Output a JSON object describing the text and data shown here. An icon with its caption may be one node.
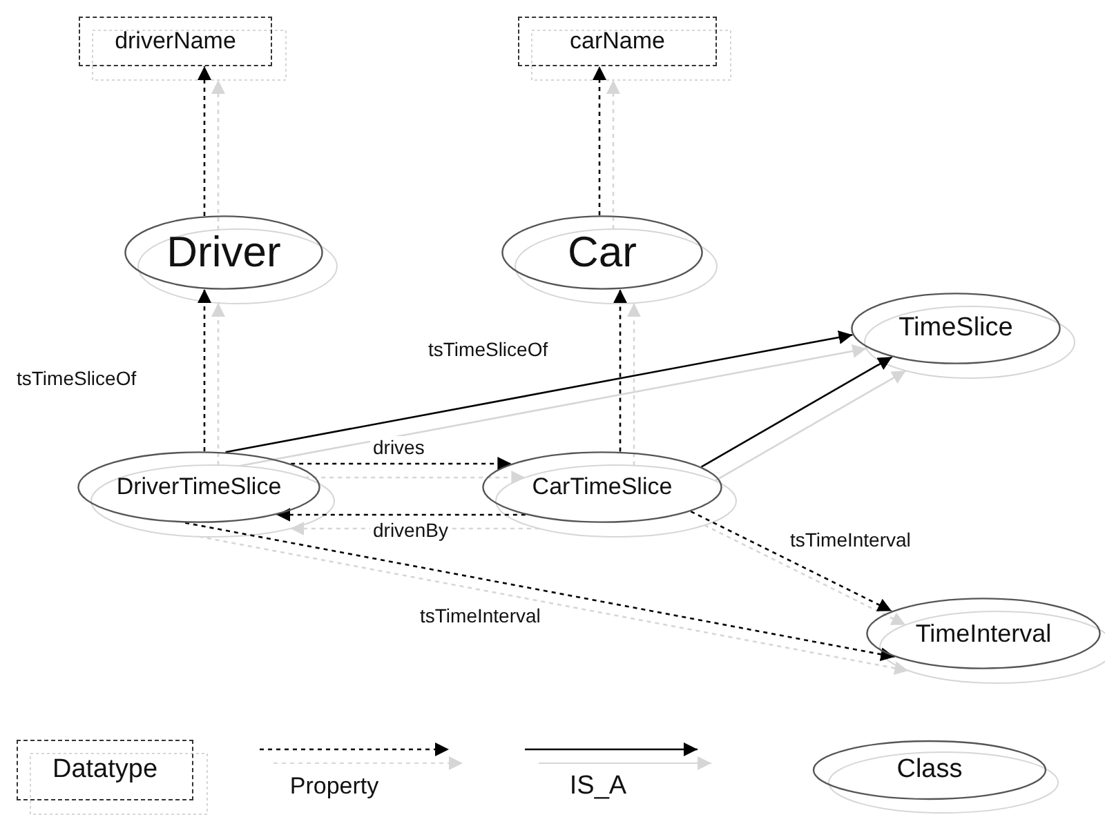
{
  "diagram": {
    "nodes": [
      {
        "text": [
          "driverName"
        ]
      },
      {
        "text": [
          "carName"
        ]
      },
      {
        "text": [
          "Driver"
        ]
      },
      {
        "text": [
          "Car"
        ]
      },
      {
        "text": [
          "TimeSlice"
        ]
      },
      {
        "text": [
          "DriverTimeSlice"
        ]
      },
      {
        "text": [
          "CarTimeSlice"
        ]
      },
      {
        "text": [
          "TimeInterval"
        ]
      }
    ],
    "edges": [
      {
        "from": 2,
        "to": 0,
        "arrow": "to",
        "style": "dashed"
      },
      {
        "from": 3,
        "to": 1,
        "arrow": "to",
        "style": "dashed"
      },
      {
        "from": 5,
        "to": 2,
        "arrow": "to",
        "style": "dashed",
        "label": "tsTimeSliceOf"
      },
      {
        "from": 6,
        "to": 3,
        "arrow": "to",
        "style": "dashed",
        "label": "tsTimeSliceOf"
      },
      {
        "from": 5,
        "to": 4,
        "arrow": "to"
      },
      {
        "from": 6,
        "to": 4,
        "arrow": "to"
      },
      {
        "from": 5,
        "to": 6,
        "arrow": "to",
        "style": "dashed",
        "label": "drives"
      },
      {
        "from": 6,
        "to": 5,
        "arrow": "to",
        "style": "dashed",
        "label": "drivenBy"
      },
      {
        "from": 6,
        "to": 7,
        "arrow": "to",
        "style": "dashed",
        "label": "tsTimeInterval"
      },
      {
        "from": 5,
        "to": 7,
        "arrow": "to",
        "style": "dashed",
        "label": "tsTimeInterval"
      }
    ],
    "legend": [
      {
        "text": "Datatype"
      },
      {
        "text": "Property"
      },
      {
        "text": "IS_A"
      },
      {
        "text": "Class"
      }
    ]
  }
}
